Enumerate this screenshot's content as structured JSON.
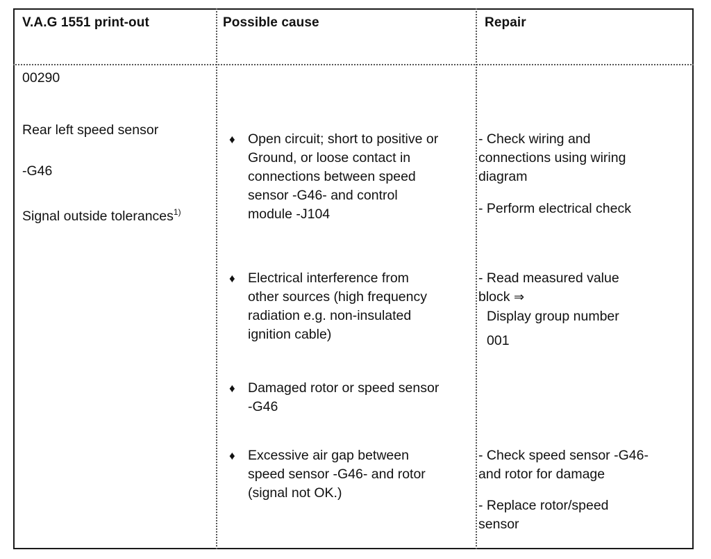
{
  "table": {
    "headers": {
      "printout": "V.A.G 1551 print-out",
      "cause": "Possible cause",
      "repair": "Repair"
    },
    "fault": {
      "code": "00290",
      "component": "Rear left speed sensor",
      "part": "-G46",
      "condition": "Signal outside tolerances",
      "footnote_marker": "1)"
    },
    "bullet_symbol": "♦",
    "causes": [
      "Open circuit; short to positive or\nGround, or loose contact in\nconnections between speed\nsensor -G46- and control\nmodule -J104",
      "Electrical interference from\nother sources (high frequency\nradiation e.g. non-insulated\nignition cable)",
      "Damaged rotor or speed sensor\n-G46",
      "Excessive air gap between\nspeed sensor -G46- and rotor\n(signal not OK.)"
    ],
    "repairs": {
      "r1a": "- Check wiring and\nconnections using wiring\ndiagram",
      "r1b": "- Perform electrical check",
      "r2a": "- Read measured value\nblock",
      "r2_arrow": "⇒",
      "r2b": "Display group number",
      "r2c": "001",
      "r4a": "- Check speed sensor -G46-\nand rotor for damage",
      "r4b": "- Replace rotor/speed\nsensor"
    }
  }
}
